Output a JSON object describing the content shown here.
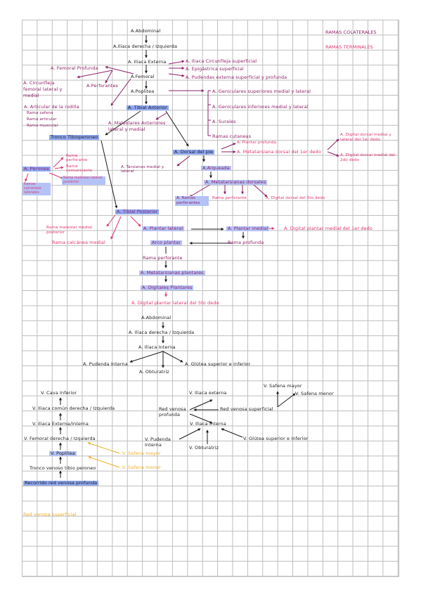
{
  "colors": {
    "black": "#1b1b1b",
    "collateral": "#8e1f66",
    "terminal": "#e0346e",
    "venous": "#f0ad24",
    "highlight": "#8fa8f2",
    "grid": "#bdbdbd"
  },
  "legend": {
    "collateral": "RAMAS COLATERALES",
    "terminal": "RAMAS TERMINALES"
  },
  "arterial": {
    "abdominal": "A.Abdominal",
    "iliaca_comun": "A.Iliaca derecha / Izquierda",
    "iliaca_externa": "A. Iliaca Externa",
    "femoral": "A.Femoral",
    "poplitea": "A.Poplitea",
    "tibial_anterior": "A. Tibial Anterior",
    "maleolares_anteriores": "A. Maleolares Anteriores lateral y medial",
    "dorsal_pie": "A. Dorsal del pie",
    "arqueada": "A.Arqueada",
    "metatarsianas_dorsales": "A. Metatarsianas dorsales",
    "tronco_tibioperoneo": "Tronco Tibioperoneo",
    "peronea": "A. Peronea",
    "tibial_posterior": "A. Tibial Posterior",
    "plantar_lateral": "A. Plantar lateral",
    "plantar_medial": "A. Plantar medial",
    "arco_plantar": "Arco plantar",
    "rama_perforante_plantar": "Rama perforante",
    "metatarsianas_plantares": "A. Metatarsianas plantares",
    "digitales_plantares": "A. Digitales Plantares",
    "digital_plantar_lateral_5": "A. Digital plantar lateral del 5to dedo",
    "digital_plantar_medial_1": "A. Digital plantar medial del 1er dedo"
  },
  "femoral_branches": {
    "femoral_profunda": "A. Femoral Profunda",
    "circunflejas": "A. Circunfleja femoral lateral y medial",
    "perforantes": "A.Perforantes",
    "circunfleja_superficial": "A. Iliaca Circunfleja superficial",
    "epigastrica": "A. Epigástrica superficial",
    "pudendas": "A. Pudendas externa superficial y profunda"
  },
  "popliteal_branches": {
    "articular_rodilla": "A. Articular de la rodilla",
    "rama_safena": "Rama safena",
    "rama_articular": "Rama articular",
    "rama_muscular": "Rama muscular",
    "geniculares_superiores": "A. Geniculares superiores medial y lateral",
    "geniculares_inferiores": "A. Geniculares inferiores medial y lateral",
    "surales": "A. Surales",
    "ramas_cutaneas": "Ramas cutaneas"
  },
  "foot_branches": {
    "plantar_profunda": "A. Plantar profunda",
    "metatarsiana_dorsal_1": "A. Metatarsiana dorsal del 1er dedo",
    "digital_dorsal_lateral": "A. Digital dorsal medial y lateral del 1er dedo",
    "digital_dorsal_medial_2": "A. Digital dorsal medial del 2do dedo",
    "tarsianas": "A. Tarsianas medial y lateral",
    "ramas_perforantes": "A. Ramas perforantes",
    "rama_perforante": "Rama perforante",
    "digital_dorsal_5": "A. Digital dorsal del 5to dedo"
  },
  "peroneal_branches": {
    "rama_perforante": "Rama perforante",
    "rama_comunicante": "Rama comunicante",
    "ramas_calcaneas": "Ramas calcaneas laterales",
    "rama_maleolar_posterior": "Rama maleolar lateral posterior"
  },
  "tibial_post_branches": {
    "rama_maleolar_medial": "Rama maleolar medial posterior",
    "rama_calcanea_medial": "Rama calcánea medial",
    "rama_profunda": "Rama profunda"
  },
  "pelvic": {
    "abdominal": "A.Abdominal",
    "iliaca": "A. Iliaca derecha / Izquierda",
    "iliaca_interna": "A. Iliaca Interna",
    "pudenda_interna": "A. Pudenda Interna",
    "obturatriz": "A. Obturatriz",
    "glutea": "A. Glútea superior e inferior"
  },
  "venous_left": {
    "cava": "V. Cava Inferior",
    "iliaca_comun": "V. Iliaca común derecha / Izquierda",
    "iliaca_ext_int": "V. Iliaca Externa/Interna",
    "femoral": "V. Femoral derecha / Izquierda",
    "poplitea": "V. Poplitea",
    "tronco": "Tronco venoso tibio peroneo",
    "recorrido": "Recorrido red venosa profunda",
    "safena_mayor": "V. Safena mayor",
    "safena_menor": "V. Safena menor"
  },
  "venous_right": {
    "iliaca_externa": "V. Iliaca externa",
    "safena_mayor": "V. Safena mayor",
    "safena_menor": "V. Safena menor",
    "red_profunda": "Red venosa profunda",
    "red_superficial": "Red venosa superficial",
    "iliaca_interna": "V. Iliaca Interna",
    "pudenda": "V. Pudenda Interna",
    "obturatriz": "V. Obturatriz",
    "glutea": "V. Glútea superior e inferior"
  },
  "footer": {
    "red_superficial": "Red venosa superficial"
  }
}
